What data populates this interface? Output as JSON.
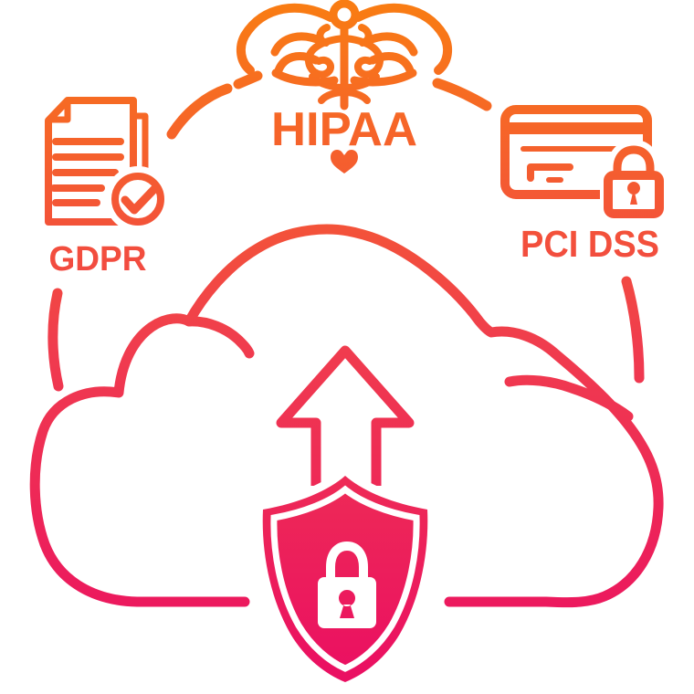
{
  "diagram": {
    "description": "Cloud security compliance illustration",
    "labels": {
      "hipaa": "HIPAA",
      "gdpr": "GDPR",
      "pci_dss": "PCI DSS"
    },
    "icons": [
      "caduceus-icon",
      "document-check-icon",
      "credit-card-lock-icon",
      "cloud-icon",
      "upload-arrow-icon",
      "shield-lock-icon"
    ],
    "colors": {
      "gradient_top": "#F97D12",
      "gradient_mid": "#F03C4E",
      "gradient_bottom": "#EA0D63",
      "background": "#FFFFFF",
      "lock_on_shield": "#FFFFFF"
    }
  }
}
